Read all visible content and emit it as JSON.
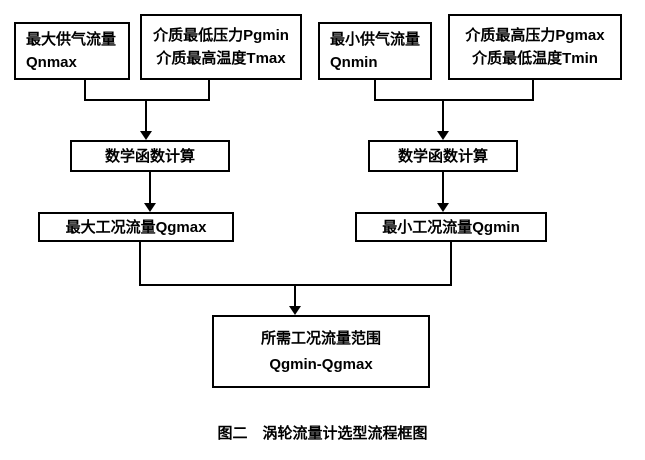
{
  "colors": {
    "line": "#000000",
    "background": "#ffffff",
    "text": "#000000"
  },
  "diagram": {
    "boxes": {
      "qnmax": {
        "line1": "最大供气流量",
        "line2": "Qnmax"
      },
      "pgmin_tmax": {
        "line1": "介质最低压力Pgmin",
        "line2": "介质最高温度Tmax"
      },
      "qnmin": {
        "line1": "最小供气流量",
        "line2": "Qnmin"
      },
      "pgmax_tmin": {
        "line1": "介质最高压力Pgmax",
        "line2": "介质最低温度Tmin"
      },
      "math_left": {
        "label": "数学函数计算"
      },
      "math_right": {
        "label": "数学函数计算"
      },
      "qgmax": {
        "label": "最大工况流量Qgmax"
      },
      "qgmin": {
        "label": "最小工况流量Qgmin"
      },
      "result": {
        "line1": "所需工况流量范围",
        "line2": "Qgmin-Qgmax"
      }
    },
    "caption": "图二　涡轮流量计选型流程框图"
  }
}
